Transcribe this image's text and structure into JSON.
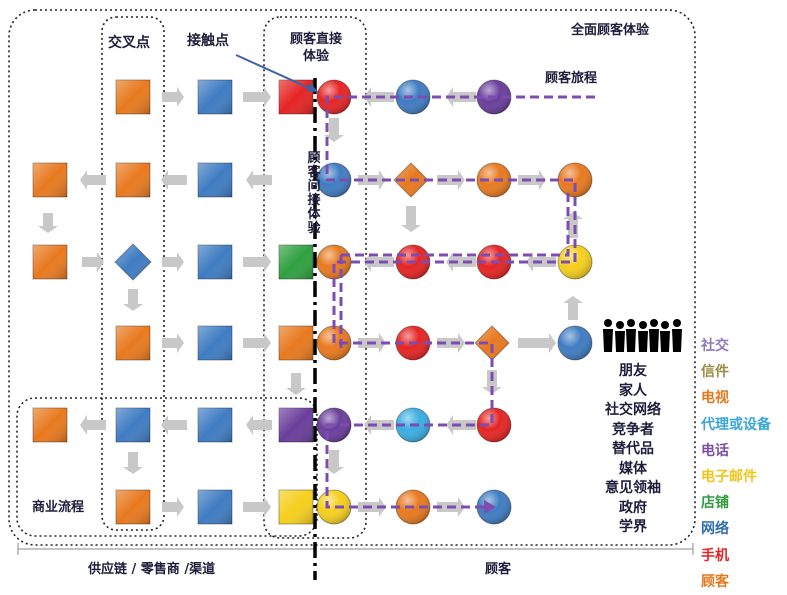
{
  "labels": {
    "intersection": "交叉点",
    "touchpoint": "接触点",
    "direct_experience": "顾客直接体验",
    "full_experience": "全面顾客体验",
    "customer_journey": "顾客旅程",
    "business_process": "商业流程",
    "supply_chain": "供应链 / 零售商 /渠道",
    "customer": "顾客",
    "indirect_experience": "顾客间接体验"
  },
  "stakeholders": [
    "朋友",
    "家人",
    "社交网络",
    "竞争者",
    "替代品",
    "媒体",
    "意见领袖",
    "政府",
    "学界"
  ],
  "channels": [
    {
      "name": "社交",
      "color": "#8c7bb8"
    },
    {
      "name": "信件",
      "color": "#9b8a45"
    },
    {
      "name": "电视",
      "color": "#e5781f"
    },
    {
      "name": "代理或设备",
      "color": "#3aa6d8"
    },
    {
      "name": "电话",
      "color": "#7b4fa3"
    },
    {
      "name": "电子邮件",
      "color": "#f2c318"
    },
    {
      "name": "店铺",
      "color": "#2f9a3e"
    },
    {
      "name": "网络",
      "color": "#2f6db3"
    },
    {
      "name": "手机",
      "color": "#e52222"
    },
    {
      "name": "顾客",
      "color": "#e5781f"
    }
  ],
  "colors": {
    "orange": "#e8791f",
    "blue": "#3f7cc2",
    "red": "#e62424",
    "green": "#2fa040",
    "purple": "#6a3e9c",
    "yellow": "#f5cf1e",
    "sky": "#3aaee2",
    "arrow": "#c8c8c8",
    "journey": "#7d4cb0",
    "text": "#1e1e3c"
  }
}
